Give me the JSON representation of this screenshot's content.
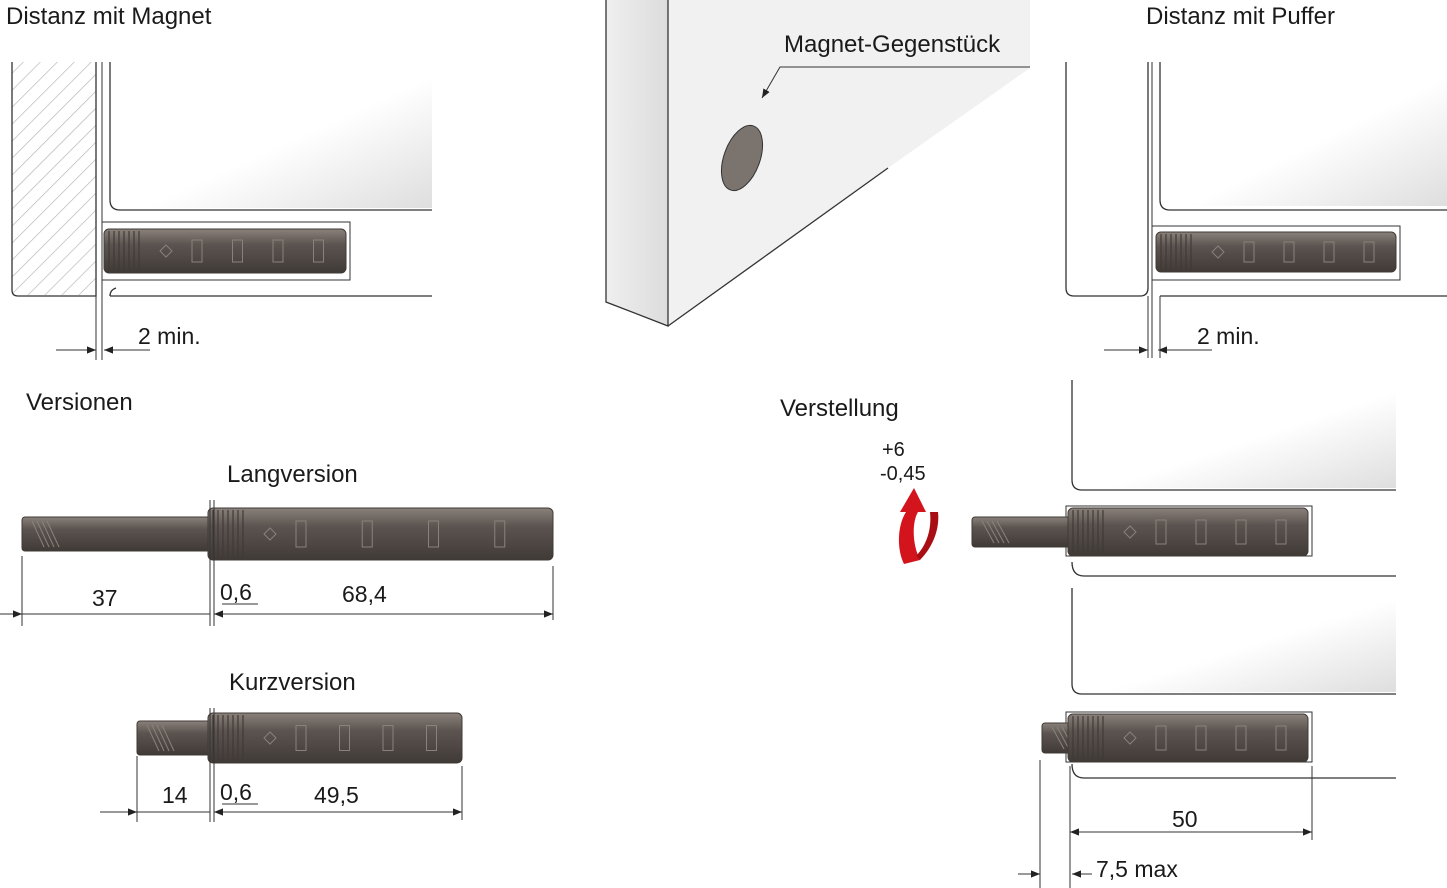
{
  "labels": {
    "distanz_magnet": "Distanz mit Magnet",
    "magnet_gegenstueck": "Magnet-Gegenstück",
    "distanz_puffer": "Distanz mit Puffer",
    "min_left": "2 min.",
    "min_right": "2 min.",
    "versionen": "Versionen",
    "verstellung": "Verstellung",
    "langversion": "Langversion",
    "kurzversion": "Kurzversion",
    "adj_plus": "+6",
    "adj_minus": "-0,45"
  },
  "dimensions": {
    "lang_pin": "37",
    "lang_gap": "0,6",
    "lang_body": "68,4",
    "kurz_pin": "14",
    "kurz_gap": "0,6",
    "kurz_body": "49,5",
    "mount_depth": "50",
    "max_travel": "7,5 max"
  },
  "colors": {
    "device_body": "#5c5450",
    "device_shade": "#403a36",
    "device_light": "#8a817b",
    "hatch": "#b8b8b8",
    "adjust_arrow": "#d4141c",
    "line": "#333333"
  }
}
